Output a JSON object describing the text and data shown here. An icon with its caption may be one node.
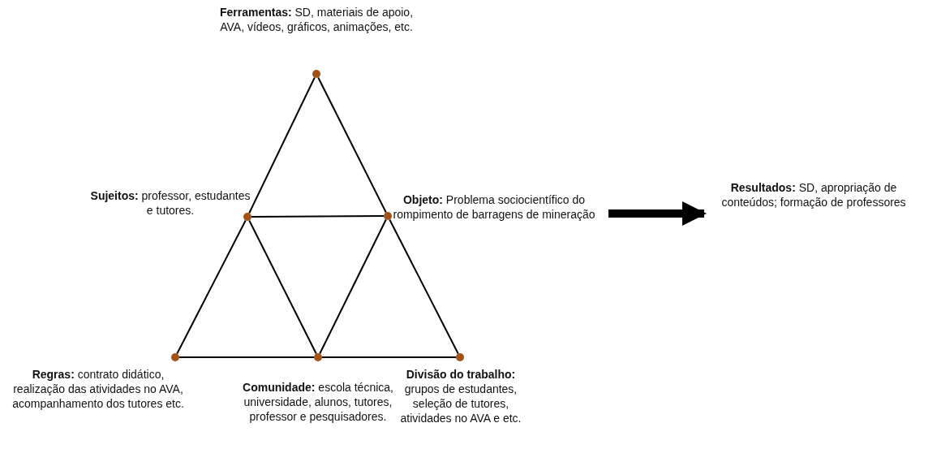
{
  "diagram": {
    "nodes": [
      {
        "text": [],
        "shape": "circle",
        "beside": [
          "**Ferramentas:** SD, materiais de apoio, AVA, vídeos, gráficos, animações, etc."
        ]
      },
      {
        "text": [],
        "shape": "circle",
        "beside": [
          "**Sujeitos:** professor, estudantes e tutores."
        ]
      },
      {
        "text": [],
        "shape": "circle",
        "beside": [
          "**Objeto:** Problema sociocientífico do rompimento de barragens de mineração"
        ]
      },
      {
        "text": [],
        "shape": "circle",
        "beside": [
          "**Regras:** contrato didático, realização das atividades no AVA, acompanhamento dos tutores etc."
        ]
      },
      {
        "text": [],
        "shape": "circle",
        "beside": [
          "**Comunidade:** escola técnica, universidade, alunos, tutores, professor e pesquisadores."
        ]
      },
      {
        "text": [],
        "shape": "circle",
        "beside": [
          "**Divisão do trabalho:** grupos de estudantes, seleção de tutores, atividades no AVA e etc."
        ]
      },
      {
        "text": [
          "**Resultados:** SD, apropriação de conteúdos; formação de professores"
        ]
      }
    ],
    "edges": [
      {
        "from": 0,
        "to": 1,
        "arrow": "none"
      },
      {
        "from": 0,
        "to": 2,
        "arrow": "none"
      },
      {
        "from": 1,
        "to": 2,
        "arrow": "none"
      },
      {
        "from": 1,
        "to": 3,
        "arrow": "none"
      },
      {
        "from": 1,
        "to": 4,
        "arrow": "none"
      },
      {
        "from": 2,
        "to": 4,
        "arrow": "none"
      },
      {
        "from": 2,
        "to": 5,
        "arrow": "none"
      },
      {
        "from": 3,
        "to": 4,
        "arrow": "none"
      },
      {
        "from": 4,
        "to": 5,
        "arrow": "none"
      },
      {
        "from": 2,
        "to": 6,
        "arrow": "to",
        "style": "thick"
      }
    ]
  }
}
